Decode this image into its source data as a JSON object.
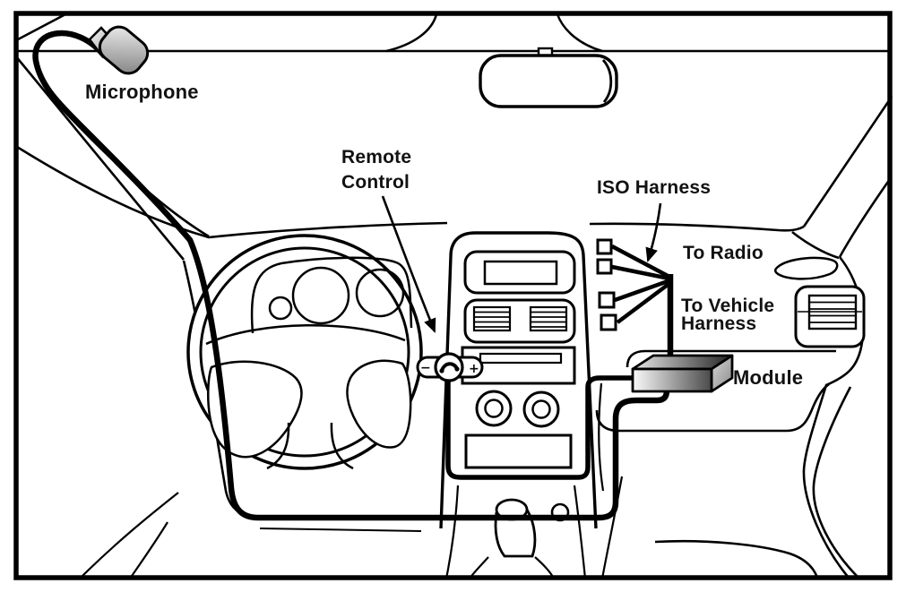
{
  "diagram": {
    "scene": "car-interior-handsfree-kit-installation",
    "labels": {
      "microphone": "Microphone",
      "remote_control": [
        "Remote",
        "Control"
      ],
      "iso_harness": "ISO Harness",
      "to_radio": "To Radio",
      "to_vehicle_harness": [
        "To Vehicle",
        "Harness"
      ],
      "module": "Module"
    },
    "remote_buttons": {
      "minus": "−",
      "plus": "+"
    },
    "colors": {
      "line": "#000000",
      "background": "#ffffff",
      "module_dark": "#2a2a2a",
      "module_light": "#ececec"
    }
  }
}
